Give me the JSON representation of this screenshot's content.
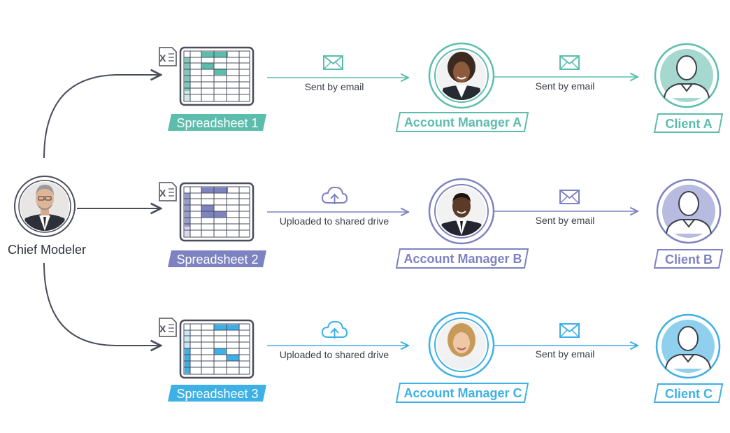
{
  "chief": {
    "label": "Chief Modeler",
    "icon": "businessman-avatar-icon"
  },
  "colors": {
    "line": "#4a4d5c",
    "rowA": "#5cbdad",
    "rowB": "#7d82c0",
    "rowC": "#3db0e6"
  },
  "rows": [
    {
      "spreadsheet": "Spreadsheet 1",
      "method": "Sent by email",
      "method_icon": "envelope-icon",
      "manager": "Account Manager A",
      "manager_icon": "woman-avatar-icon",
      "client_method": "Sent by email",
      "client_method_icon": "envelope-icon",
      "client": "Client A",
      "color": "#5cbdad"
    },
    {
      "spreadsheet": "Spreadsheet 2",
      "method": "Uploaded to shared drive",
      "method_icon": "cloud-upload-icon",
      "manager": "Account Manager B",
      "manager_icon": "man-avatar-icon",
      "client_method": "Sent by email",
      "client_method_icon": "envelope-icon",
      "client": "Client B",
      "color": "#7d82c0"
    },
    {
      "spreadsheet": "Spreadsheet 3",
      "method": "Uploaded to shared drive",
      "method_icon": "cloud-upload-icon",
      "manager": "Account Manager C",
      "manager_icon": "woman-blonde-avatar-icon",
      "client_method": "Sent by email",
      "client_method_icon": "envelope-icon",
      "client": "Client C",
      "color": "#3db0e6"
    }
  ]
}
